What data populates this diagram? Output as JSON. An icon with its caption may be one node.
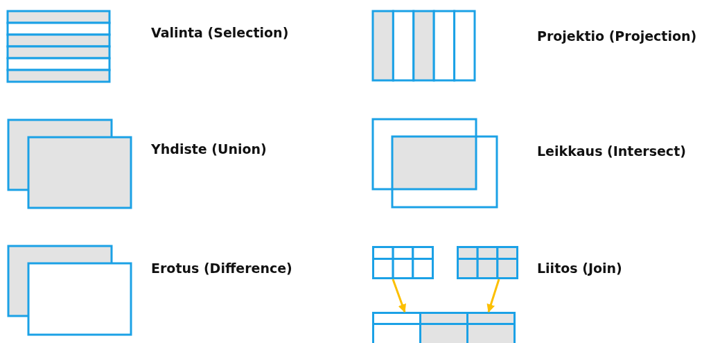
{
  "diagram": {
    "nodes": [
      {
        "text": [],
        "shape": "box"
      },
      {
        "text": [],
        "shape": "box"
      },
      {
        "text": [],
        "shape": "box"
      }
    ],
    "edges": [
      {
        "from": 0,
        "to": 2,
        "arrow": "to"
      },
      {
        "from": 1,
        "to": 2,
        "arrow": "to"
      }
    ],
    "labels": [
      "Valinta (Selection)",
      "Projektio (Projection)",
      "Yhdiste (Union)",
      "Leikkaus (Intersect)",
      "Erotus (Difference)",
      "Liitos (Join)"
    ]
  }
}
